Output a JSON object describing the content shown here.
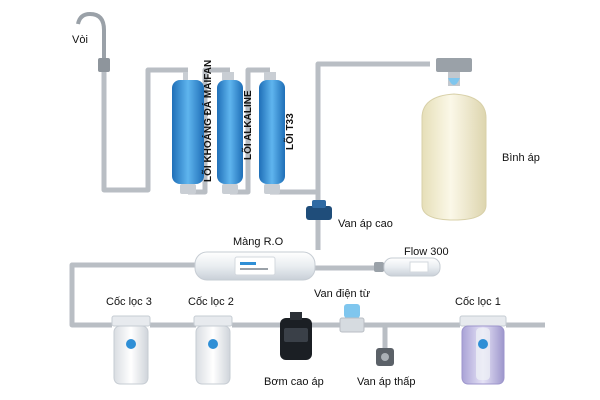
{
  "labels": {
    "faucet": "Vòi",
    "cartridge_maifan": "LÕI KHOÁNG ĐÁ MAIFAN",
    "cartridge_alkaline": "LÕI ALKALINE",
    "cartridge_t33": "LÕI T33",
    "pressure_tank": "Bình áp",
    "high_pressure_valve": "Van áp cao",
    "ro_membrane": "Màng R.O",
    "flow_restrictor": "Flow 300",
    "solenoid_valve": "Van điện từ",
    "filter_3": "Cốc lọc 3",
    "filter_2": "Cốc lọc 2",
    "filter_1": "Cốc lọc 1",
    "booster_pump": "Bơm cao áp",
    "low_pressure_valve": "Van áp thấp"
  },
  "colors": {
    "pipe": "#b9bec4",
    "cartridge": "#2f8fd6",
    "tank": "#f3efd6",
    "housing": "#f2f4f6",
    "housing_purple": "#c8c3e6"
  }
}
